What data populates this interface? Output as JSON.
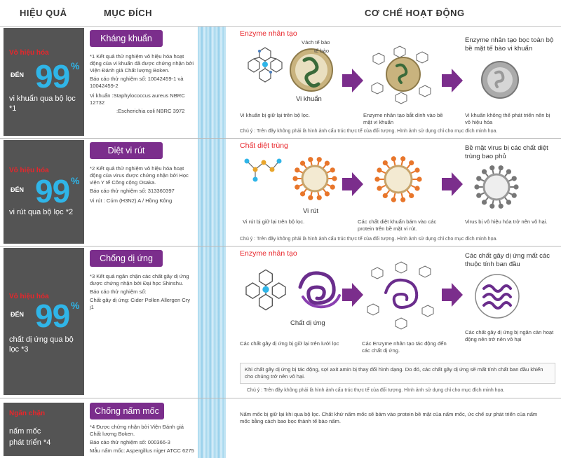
{
  "header": {
    "effect": "HIỆU QUẢ",
    "purpose": "MỤC ĐÍCH",
    "mechanism": "CƠ CHẾ HOẠT ĐỘNG"
  },
  "rows": [
    {
      "effect": {
        "red": "Vô hiệu hóa",
        "prefix": "ĐẾN",
        "value": "99",
        "unit": "%",
        "text": "vi khuẩn qua bộ lọc *1"
      },
      "purpose": {
        "title": "Kháng khuẩn",
        "lines": [
          "*1 Kết quả thử nghiệm vô hiệu hóa hoạt động của vi khuẩn đã được chứng nhận bởi Viện Đánh giá Chất lượng Boken.",
          "Báo cáo thử nghiệm số: 10042459-1 và 10042459-2",
          "Vi khuẩn :Staphylococcus aureus NBRC 12732",
          ":Escherichia coli NBRC 3972"
        ]
      },
      "mechanism": {
        "label": "Enzyme nhân tạo",
        "cell_wall": "Vách tế bào",
        "cell": "tế bào",
        "bacteria": "Vi khuẩn",
        "right_title": "Enzyme nhân tạo bọc toàn bộ bề mặt tế bào vi khuẩn",
        "captions": [
          "Vi khuẩn bị giữ lại trên bộ lọc.",
          "Enzyme nhân tạo bắt dính vào bề mặt vi khuẩn",
          "Vi khuẩn không thể phát triển nên bị vô hiệu hóa"
        ],
        "note": "Chú ý : Trên đây không phải là hình ảnh cấu trúc thực tế của đối tượng. Hình ảnh sử dụng chỉ cho mục đích minh họa."
      }
    },
    {
      "effect": {
        "red": "Vô hiệu hóa",
        "prefix": "ĐẾN",
        "value": "99",
        "unit": "%",
        "text": "vi rút qua bộ lọc *2"
      },
      "purpose": {
        "title": "Diệt vi rút",
        "lines": [
          "*2 Kết quả thử nghiệm vô hiệu hóa hoạt động của virus được chứng nhận bởi Học viện Y tế Công cộng Osaka.",
          "Báo cáo thử nghiệm số: 313360397",
          "Vi rút : Cúm (H3N2) A / Hồng Kông"
        ]
      },
      "mechanism": {
        "label": "Chất diệt trùng",
        "virus": "Vi rút",
        "right_title": "Bề mặt virus bị các chất diệt trùng bao phủ",
        "captions": [
          "Vi rút bị giữ lại trên bộ lọc.",
          "Các chất diệt khuẩn bám vào các protein trên bề mặt vi rút.",
          "Virus bị vô hiệu hóa trở nên vô hại."
        ],
        "note": "Chú ý : Trên đây không phải là hình ảnh cấu trúc thực tế của đối tượng. Hình ảnh sử dụng chỉ cho mục đích minh họa."
      }
    },
    {
      "effect": {
        "red": "Vô hiệu hóa",
        "prefix": "ĐẾN",
        "value": "99",
        "unit": "%",
        "text": "chất dị ứng qua bộ lọc *3"
      },
      "purpose": {
        "title": "Chống dị ứng",
        "lines": [
          "*3 Kết quả ngăn chặn các chất gây dị ứng được chứng nhận bởi Đại học Shinshu.",
          "Báo cáo thử nghiệm số:",
          "Chất gây dị ứng: Cider Pollen Allergen Cry j1"
        ]
      },
      "mechanism": {
        "label": "Enzyme nhân tạo",
        "allergen": "Chất dị ứng",
        "right_title": "Các chất gây dị ứng mất các thuộc tính ban đầu",
        "captions": [
          "Các chất gây dị ứng bị giữ lại trên lưới lọc",
          "Các Enzyme nhân tạo tác động đến các chất dị ứng.",
          "Các chất gây dị ứng bị ngăn cản hoạt động nên trở nên vô hại"
        ],
        "box": "Khi chất gây dị ứng bị tác động, sợi axit amin bị thay đổi hình dạng. Do đó, các chất gây dị ứng sẽ mất tính chất ban đầu khiến cho chúng trở nên vô hại.",
        "note": "Chú ý : Trên đây không phải là hình ảnh cấu trúc thực tế của đối tượng. Hình ảnh sử dụng chỉ cho mục đích minh họa."
      }
    },
    {
      "effect": {
        "red": "Ngăn chặn",
        "text1": "nấm mốc",
        "text2": "phát triển *4"
      },
      "purpose": {
        "title": "Chống nấm mốc",
        "lines": [
          "*4 Được chứng nhận bởi Viện Đánh giá Chất lượng Boken.",
          "Báo cáo thử nghiệm số: 000366-3",
          "Mẫu nấm mốc: Aspergillus niger ATCC 6275"
        ]
      },
      "mechanism": {
        "text": "Nấm mốc bị giữ lại khi qua bộ lọc. Chất khử nấm mốc sẽ bám vào protein bề mặt của nấm mốc, ức chế sự phát triển của nấm mốc bằng cách bao bọc thành tế bào nấm."
      }
    }
  ],
  "colors": {
    "purple": "#7b2e8c",
    "cyan": "#2fb5e8",
    "red": "#e8262b",
    "dark": "#545454"
  }
}
